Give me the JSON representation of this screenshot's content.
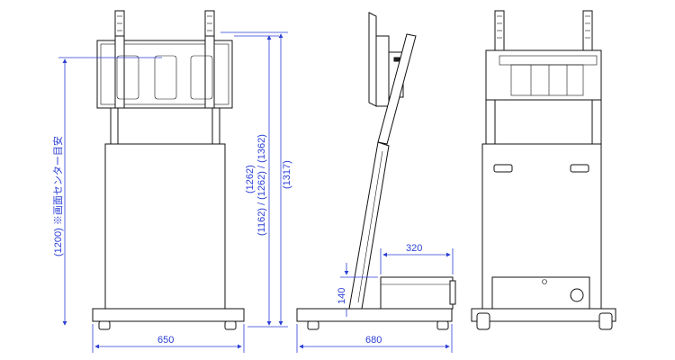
{
  "dimensions": {
    "front_width": "650",
    "front_center_height": "(1200) ※画面センター目安",
    "front_height_a": "(1262)",
    "front_height_b": "(1162) / (1262) / (1362)",
    "front_total_height": "(1317)",
    "side_depth": "680",
    "side_tray_depth": "320",
    "side_tray_height": "140"
  },
  "colors": {
    "line": "#111111",
    "dimension": "#2b3fd6",
    "background": "#ffffff"
  }
}
